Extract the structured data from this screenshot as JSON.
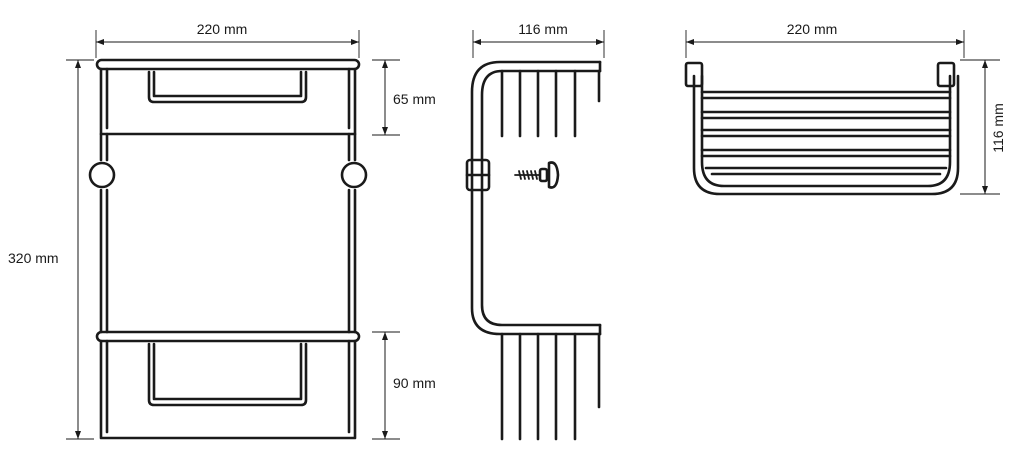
{
  "front_view": {
    "width_label": "220 mm",
    "height_label": "320 mm",
    "top_shelf_label": "65 mm",
    "bottom_shelf_label": "90 mm"
  },
  "side_view": {
    "depth_label": "116 mm"
  },
  "top_view": {
    "width_label": "220 mm",
    "depth_label": "116 mm"
  },
  "colors": {
    "line": "#1a1a1a",
    "background": "#ffffff"
  }
}
